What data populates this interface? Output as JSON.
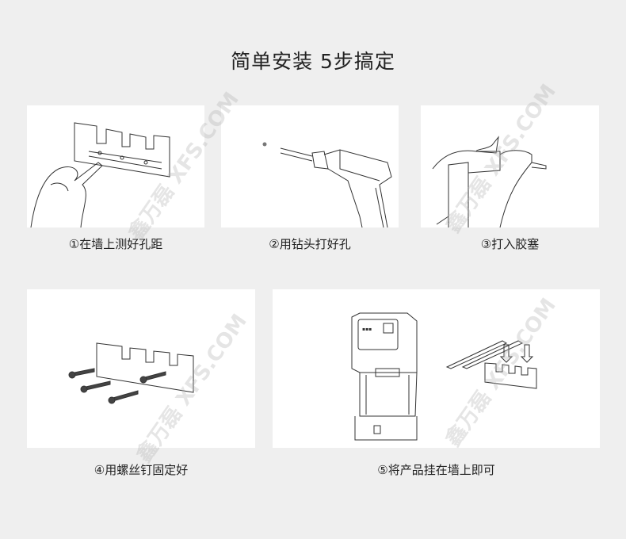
{
  "title": "简单安装  5步搞定",
  "steps": [
    {
      "caption": "①在墙上测好孔距",
      "icon": "measure-holes-icon"
    },
    {
      "caption": "②用钻头打好孔",
      "icon": "drill-icon"
    },
    {
      "caption": "③打入胶塞",
      "icon": "insert-plug-icon"
    },
    {
      "caption": "④用螺丝钉固定好",
      "icon": "screw-bracket-icon"
    },
    {
      "caption": "⑤将产品挂在墙上即可",
      "icon": "hang-product-icon"
    }
  ],
  "watermark": "鑫万磊 XFS.COM"
}
